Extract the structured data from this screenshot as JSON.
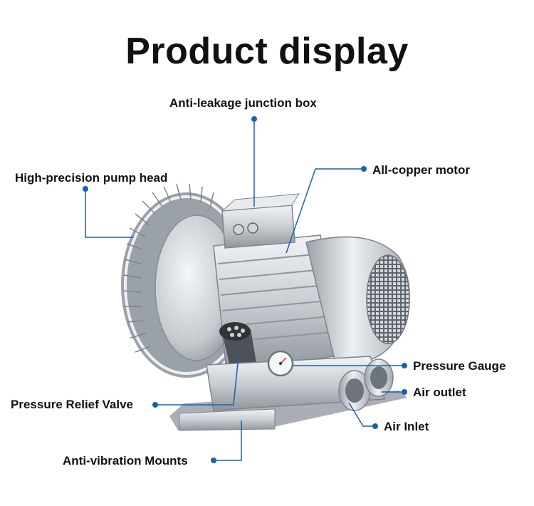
{
  "page": {
    "title": "Product display"
  },
  "labels": {
    "junction_box": "Anti-leakage junction box",
    "pump_head": "High-precision pump head",
    "copper_motor": "All-copper motor",
    "pressure_gauge": "Pressure Gauge",
    "air_outlet": "Air outlet",
    "relief_valve": "Pressure Relief Valve",
    "air_inlet": "Air Inlet",
    "mounts": "Anti-vibration Mounts"
  },
  "colors": {
    "leader_line": "#1a5fb4",
    "metal_light": "#e4e7ea",
    "metal_mid": "#b8bdc2",
    "metal_dark": "#7d848b"
  }
}
